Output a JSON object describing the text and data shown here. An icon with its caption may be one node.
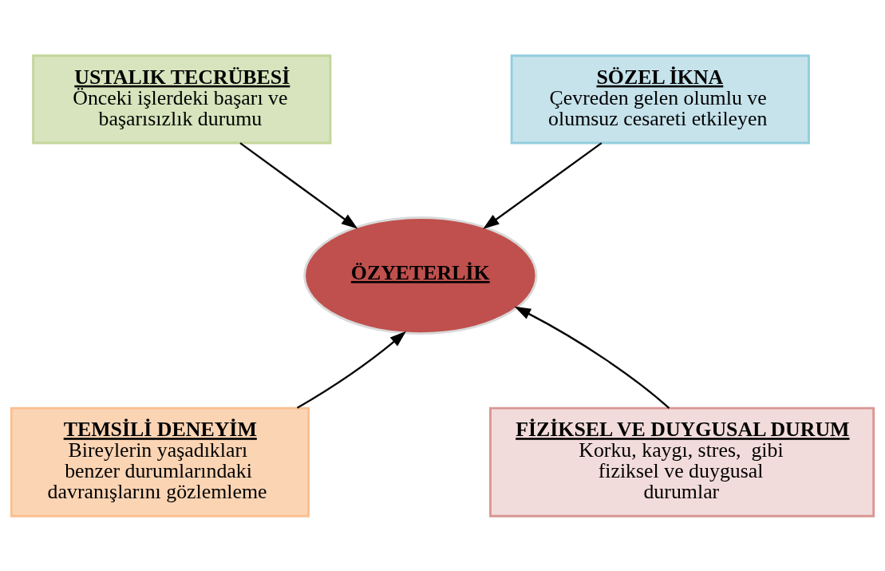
{
  "diagram": {
    "nodes": [
      {
        "text": [
          "USTALIK TECRÜBESİ",
          "Önceki işlerdeki başarı ve başarısızlık durumu"
        ]
      },
      {
        "text": [
          "SÖZEL İKNA",
          "Çevreden gelen olumlu ve olumsuz cesareti etkileyen"
        ]
      },
      {
        "text": [
          "ÖZYETERLİK"
        ]
      },
      {
        "text": [
          "TEMSİLİ DENEYİM",
          "Bireylerin yaşadıkları benzer durumlarındaki davranışlarını gözlemleme"
        ]
      },
      {
        "text": [
          "FİZİKSEL VE DUYGUSAL DURUM",
          "Korku, kaygı, stres,  gibi fiziksel ve duygusal durumlar"
        ]
      }
    ],
    "edges": [
      {
        "from": 0,
        "to": 2,
        "arrow": "to"
      },
      {
        "from": 1,
        "to": 2,
        "arrow": "to"
      },
      {
        "from": 3,
        "to": 2,
        "arrow": "to"
      },
      {
        "from": 4,
        "to": 2,
        "arrow": "to"
      }
    ]
  }
}
